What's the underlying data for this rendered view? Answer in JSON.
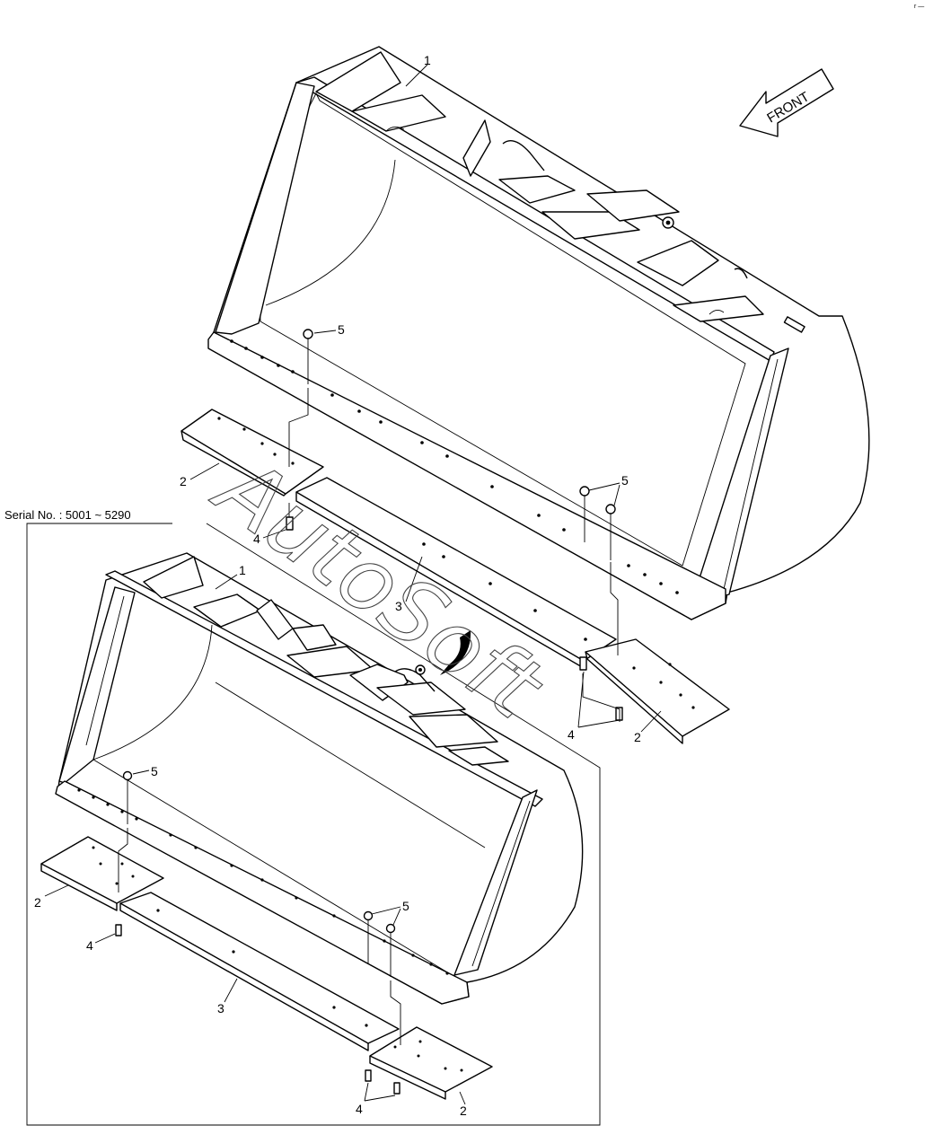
{
  "front_label": "FRONT",
  "serial_label": "Serial No. : 5001 ~ 5290",
  "watermark": "AutoSoft",
  "corner_mark": "r —",
  "callouts": {
    "upper": {
      "bucket": "1",
      "nut_left": "5",
      "nut_right": "5",
      "end_bit_left": "2",
      "end_bit_right": "2",
      "cutting_edge": "3",
      "bolt_left": "4",
      "bolt_right": "4"
    },
    "lower": {
      "bucket": "1",
      "nut_left": "5",
      "nut_right": "5",
      "end_bit_left": "2",
      "end_bit_right": "2",
      "cutting_edge": "3",
      "bolt_left": "4",
      "bolt_right": "4"
    }
  }
}
